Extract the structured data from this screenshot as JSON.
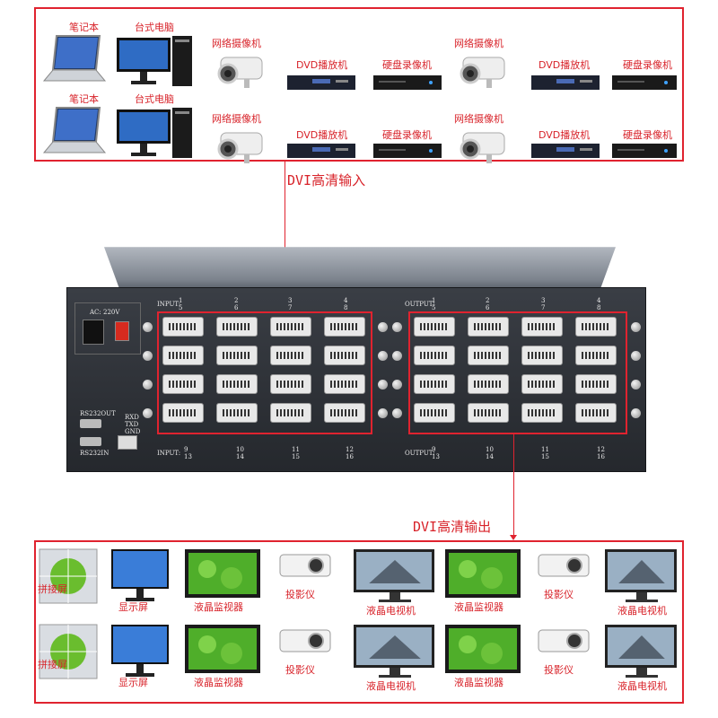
{
  "input_devices": {
    "laptop": "笔记本",
    "desktop": "台式电脑",
    "ip_camera": "网络摄像机",
    "dvd_player": "DVD播放机",
    "dvr": "硬盘录像机"
  },
  "output_devices": {
    "splice_screen": "拼接屏",
    "monitor": "显示屏",
    "lcd_monitor": "液晶监视器",
    "projector": "投影仪",
    "lcd_tv": "液晶电视机"
  },
  "arrows": {
    "input_label": "DVI高清输入",
    "output_label": "DVI高清输出"
  },
  "panel": {
    "ac": "AC: 220V",
    "input_top": "INPUT:",
    "input_bottom": "INPUT:",
    "output_top": "OUTPUT:",
    "output_bottom": "OUTPUT:",
    "top_nums_a": [
      "1",
      "2",
      "3",
      "4"
    ],
    "top_nums_b": [
      "5",
      "6",
      "7",
      "8"
    ],
    "bottom_nums_a": [
      "9",
      "10",
      "11",
      "12"
    ],
    "bottom_nums_b": [
      "13",
      "14",
      "15",
      "16"
    ],
    "rs232_out": "RS232OUT",
    "rs232_in": "RS232IN",
    "gnd": "GND",
    "txd": "TXD",
    "rxd": "RXD"
  },
  "colors": {
    "frame": "#e0232f",
    "label_red": "#d8232a",
    "rack_dark": "#2d3137"
  }
}
